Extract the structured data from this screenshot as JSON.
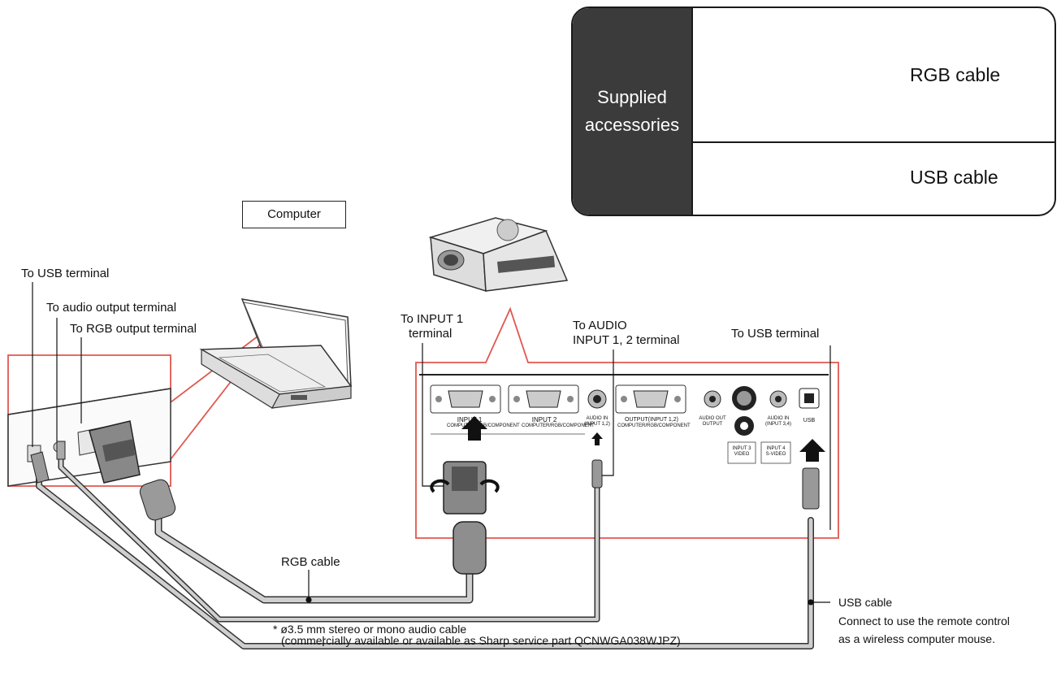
{
  "accessories": {
    "title_line1": "Supplied",
    "title_line2": "accessories",
    "items": [
      {
        "label": "RGB cable"
      },
      {
        "label": "USB cable"
      }
    ]
  },
  "computer": {
    "label": "Computer",
    "callouts": {
      "usb": "To USB terminal",
      "audio": "To audio output terminal",
      "rgb": "To RGB output terminal"
    }
  },
  "projector": {
    "callouts": {
      "input1_line1": "To INPUT 1",
      "input1_line2": "terminal",
      "audio_line1": "To AUDIO",
      "audio_line2": "INPUT 1, 2 terminal",
      "usb": "To USB terminal"
    },
    "panel_labels": {
      "input1": "INPUT 1",
      "input1_sub": "COMPUTER/RGB/COMPONENT",
      "input2": "INPUT 2",
      "input2_sub": "COMPUTER/RGB/COMPONENT",
      "audio_in1": "AUDIO IN",
      "audio_in1_sub": "(INPUT 1,2)",
      "output": "OUTPUT(INPUT 1,2)",
      "output_sub": "COMPUTER/RGB/COMPONENT",
      "audio_out": "AUDIO OUT",
      "audio_out_sub": "OUTPUT",
      "input3": "INPUT 3",
      "input3_sub": "VIDEO",
      "input4": "INPUT 4",
      "input4_sub": "S-VIDEO",
      "audio_in2": "AUDIO IN",
      "audio_in2_sub": "(INPUT 3,4)",
      "usb": "USB"
    }
  },
  "cables": {
    "rgb": "RGB cable",
    "audio_line1": "* ø3.5 mm stereo or mono audio cable",
    "audio_line2": "(commercially available or available as Sharp service part QCNWGA038WJPZ)",
    "usb_title": "USB cable",
    "usb_note_line1": "Connect to use the remote control",
    "usb_note_line2": "as a wireless computer mouse."
  },
  "colors": {
    "highlight": "#e0574f",
    "accessory_panel": "#3b3b3b",
    "cable": "#9a9a9a"
  }
}
